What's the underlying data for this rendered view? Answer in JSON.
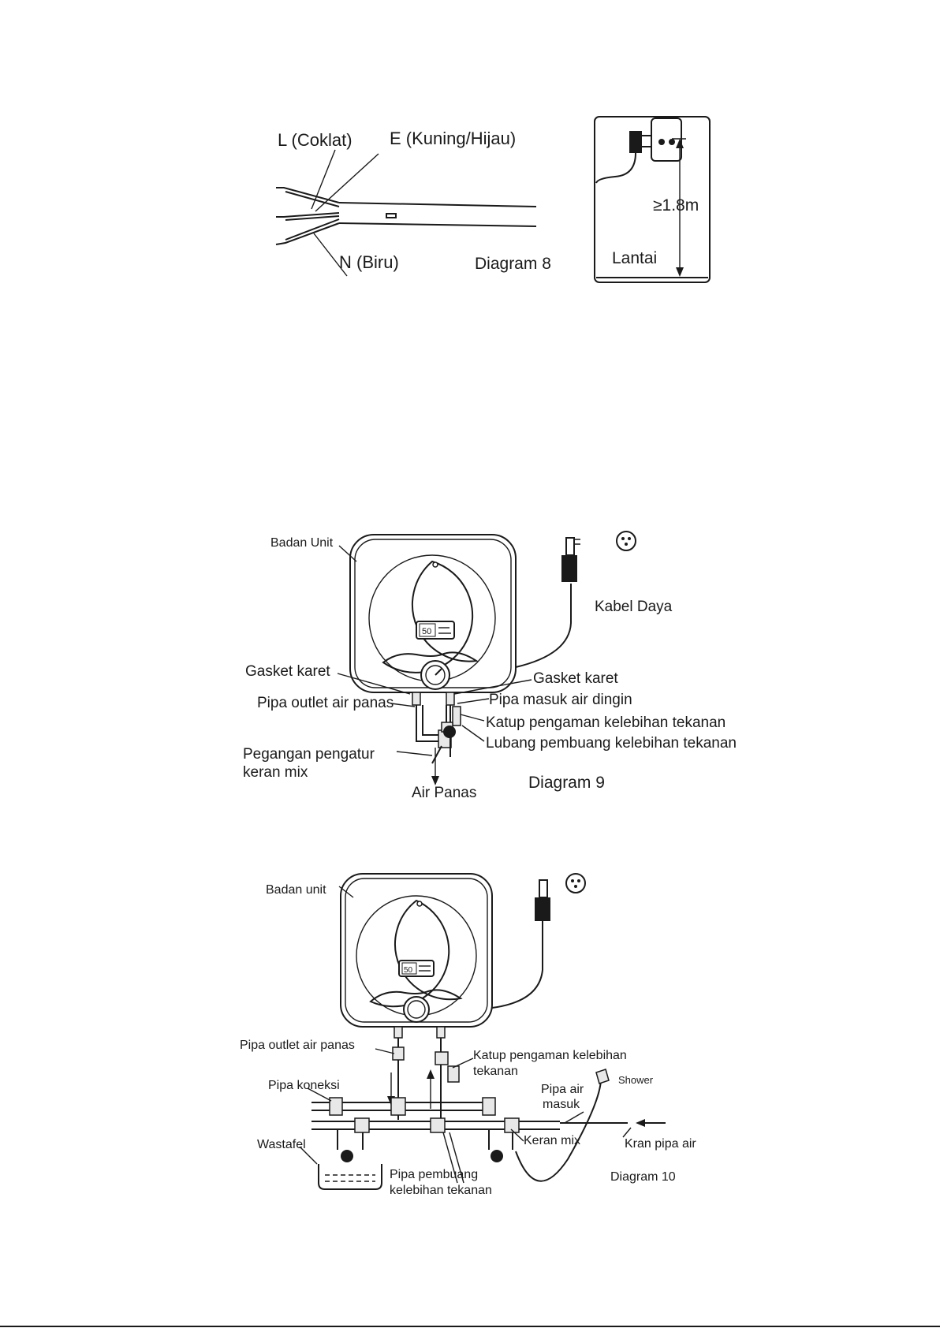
{
  "diagram8": {
    "wire_L": "L (Coklat)",
    "wire_E": "E (Kuning/Hijau)",
    "wire_N": "N (Biru)",
    "caption": "Diagram 8"
  },
  "socket_panel": {
    "height": "≥1.8m",
    "floor": "Lantai"
  },
  "diagram9": {
    "unit_body": "Badan Unit",
    "power_cable": "Kabel Daya",
    "gasket_left": "Gasket karet",
    "gasket_right": "Gasket karet",
    "hot_outlet": "Pipa outlet air panas",
    "cold_inlet": "Pipa masuk air dingin",
    "relief_valve": "Katup pengaman kelebihan tekanan",
    "relief_hole": "Lubang pembuang kelebihan tekanan",
    "mix_handle_1": "Pegangan pengatur",
    "mix_handle_2": "keran  mix",
    "hot_water": "Air Panas",
    "caption": "Diagram 9",
    "display": "50"
  },
  "diagram10": {
    "unit_body": "Badan unit",
    "hot_outlet": "Pipa outlet air panas",
    "relief_valve_1": "Katup pengaman kelebihan",
    "relief_valve_2": "tekanan",
    "connection_pipe": "Pipa koneksi",
    "shower": "Shower",
    "inlet_1": "Pipa air",
    "inlet_2": "masuk",
    "sink": "Wastafel",
    "mix_tap": "Keran mix",
    "water_tap": "Kran pipa air",
    "drain_1": "Pipa pembuang",
    "drain_2": "kelebihan tekanan",
    "caption": "Diagram 10",
    "display": "50"
  }
}
